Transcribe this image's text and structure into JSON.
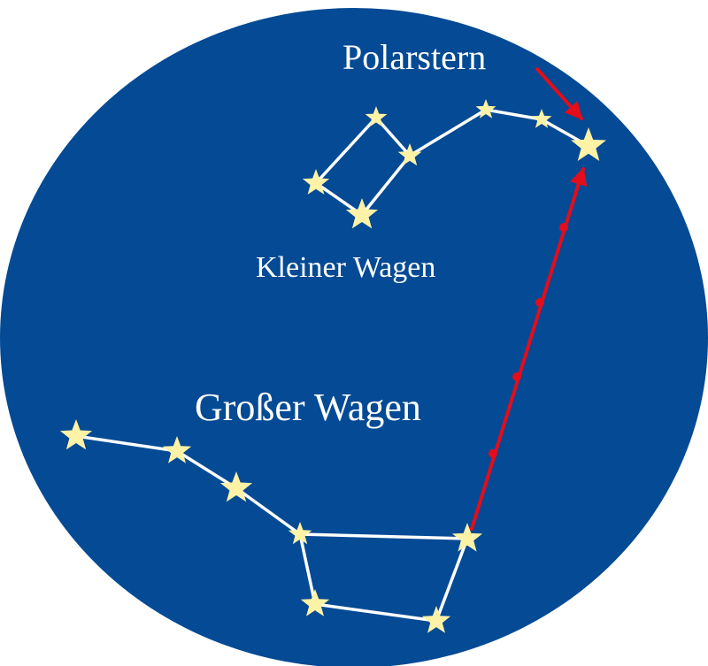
{
  "labels": {
    "polaris": "Polarstern",
    "little_dipper": "Kleiner Wagen",
    "big_dipper": "Großer Wagen"
  },
  "colors": {
    "sky": "#044a94",
    "star": "#fdf2a6",
    "line": "#ffffff",
    "pointer": "#e30d1b",
    "background": "#ffffff"
  },
  "constellations": [
    {
      "name": "little-dipper",
      "star_count": 7
    },
    {
      "name": "big-dipper",
      "star_count": 7
    }
  ]
}
